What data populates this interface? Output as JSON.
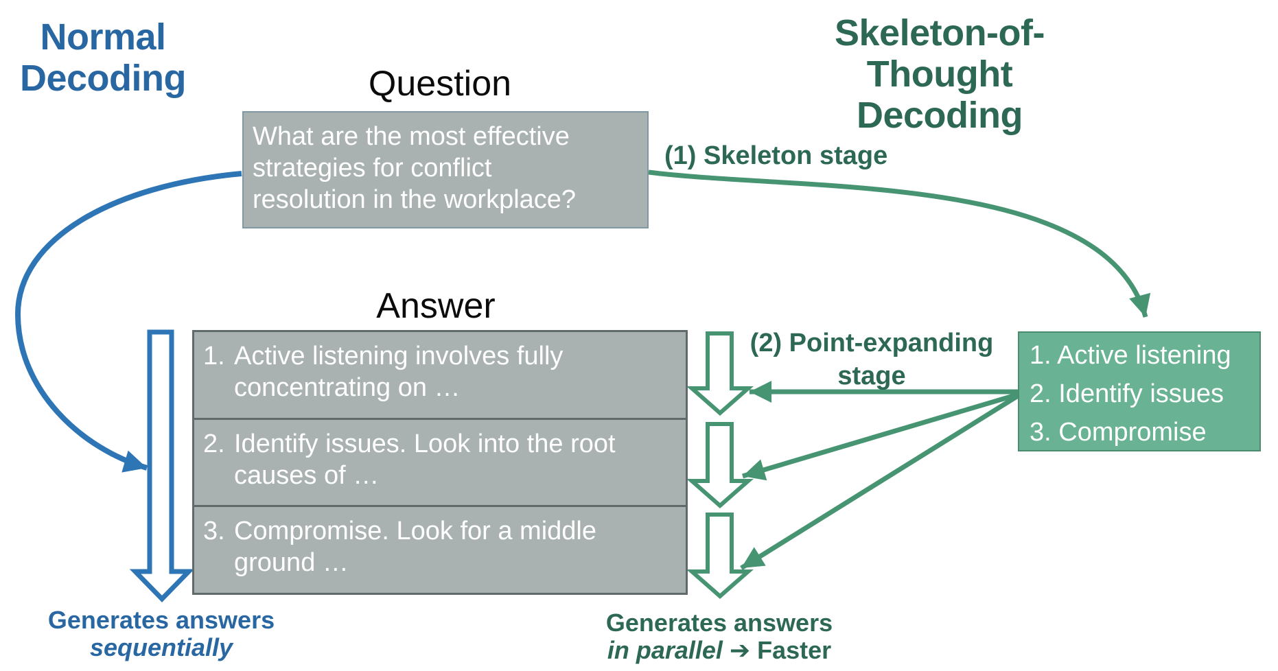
{
  "titles": {
    "normal": "Normal\nDecoding",
    "sot": "Skeleton-of-Thought\nDecoding"
  },
  "question": {
    "heading": "Question",
    "text": "What are the most effective\nstrategies for conflict\nresolution in the workplace?"
  },
  "answer": {
    "heading": "Answer",
    "items": [
      {
        "num": "1.",
        "text": "Active listening involves fully\nconcentrating on …"
      },
      {
        "num": "2.",
        "text": "Identify issues. Look into the root\ncauses of …"
      },
      {
        "num": "3.",
        "text": "Compromise. Look for a middle\nground …"
      }
    ]
  },
  "skeleton_box": {
    "text": "1. Active listening\n2. Identify issues\n3. Compromise"
  },
  "stages": {
    "stage1": "(1) Skeleton stage",
    "stage2": "(2) Point-expanding\nstage"
  },
  "footers": {
    "normal_line1": "Generates answers",
    "normal_line2": "sequentially",
    "sot_line1": "Generates answers",
    "sot_line2_italic": "in parallel",
    "sot_arrow": "➔",
    "sot_line2_rest": "Faster"
  },
  "colors": {
    "blue_arrow": "#2E75B6",
    "blue_text": "#2967A3",
    "green_arrow": "#479472",
    "green_text": "#2D6854",
    "green_box_bg": "#69B294",
    "green_box_border": "#4A8C6F",
    "gray_bg": "#A9B2B1",
    "q_border": "#7F98A3",
    "a_border": "#606A6A"
  }
}
